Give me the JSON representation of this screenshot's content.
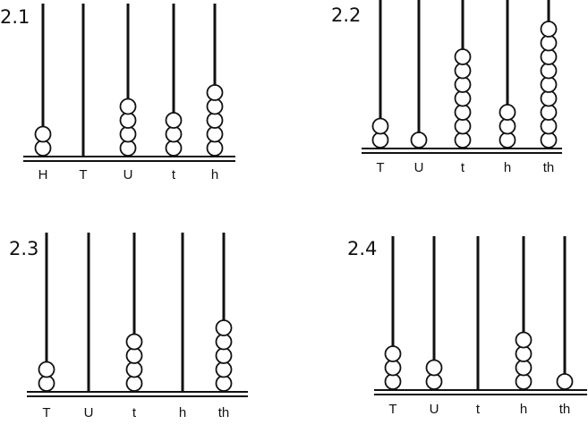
{
  "colors": {
    "ink": "#111111",
    "bead_fill": "#ffffff",
    "background": "#ffffff"
  },
  "abacuses": [
    {
      "id": "a1",
      "label": "2.1",
      "rods": [
        {
          "place": "H",
          "beads": 2
        },
        {
          "place": "T",
          "beads": 0
        },
        {
          "place": "U",
          "beads": 4
        },
        {
          "place": "t",
          "beads": 3
        },
        {
          "place": "h",
          "beads": 5
        }
      ]
    },
    {
      "id": "a2",
      "label": "2.2",
      "rods": [
        {
          "place": "T",
          "beads": 2
        },
        {
          "place": "U",
          "beads": 1
        },
        {
          "place": "t",
          "beads": 7
        },
        {
          "place": "h",
          "beads": 3
        },
        {
          "place": "th",
          "beads": 9
        }
      ]
    },
    {
      "id": "a3",
      "label": "2.3",
      "rods": [
        {
          "place": "T",
          "beads": 2
        },
        {
          "place": "U",
          "beads": 0
        },
        {
          "place": "t",
          "beads": 4
        },
        {
          "place": "h",
          "beads": 0
        },
        {
          "place": "th",
          "beads": 5
        }
      ]
    },
    {
      "id": "a4",
      "label": "2.4",
      "rods": [
        {
          "place": "T",
          "beads": 3
        },
        {
          "place": "U",
          "beads": 2
        },
        {
          "place": "t",
          "beads": 0
        },
        {
          "place": "h",
          "beads": 4
        },
        {
          "place": "th",
          "beads": 1
        }
      ]
    }
  ]
}
